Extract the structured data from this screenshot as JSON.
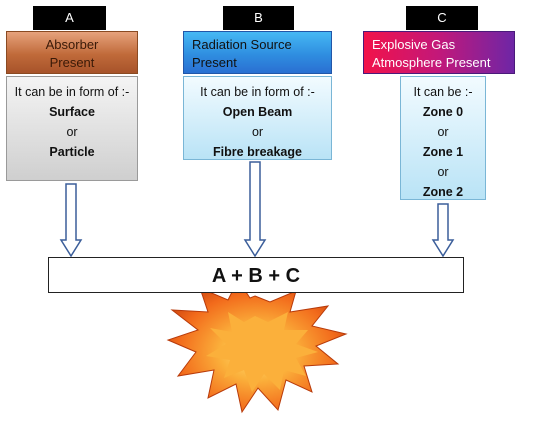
{
  "columns": [
    {
      "id": "A",
      "tab_label": "A",
      "header": [
        "Absorber",
        "Present"
      ],
      "intro": "It can be in form of :-",
      "items": [
        "Surface",
        "or",
        "Particle"
      ],
      "items_bold": [
        true,
        false,
        true
      ]
    },
    {
      "id": "B",
      "tab_label": "B",
      "header": [
        "Radiation Source",
        "Present"
      ],
      "intro": "It can be in form of :-",
      "items": [
        "Open Beam",
        "or",
        "Fibre breakage"
      ],
      "items_bold": [
        true,
        false,
        true
      ]
    },
    {
      "id": "C",
      "tab_label": "C",
      "header": [
        "Explosive Gas",
        "Atmosphere Present"
      ],
      "intro": "It can be :-",
      "items": [
        "Zone 0",
        "or",
        "Zone 1",
        "or",
        "Zone 2"
      ],
      "items_bold": [
        true,
        false,
        true,
        false,
        true
      ]
    }
  ],
  "formula": "A + B + C",
  "colors": {
    "tab_bg": "#000000",
    "header_a": "#c06a3a",
    "header_b": "#2f8ee0",
    "header_c_start": "#f2124a",
    "header_c_end": "#6e26a6",
    "panel_grey": "#d8d8d8",
    "panel_blue": "#cfeefb",
    "arrow_fill": "#ffffff",
    "arrow_stroke": "#3b5e9a",
    "explosion_outer": "#f26a1b",
    "explosion_inner": "#fbb03b"
  },
  "icons": {
    "explosion": "explosion-icon",
    "down_arrow": "down-arrow-icon"
  }
}
